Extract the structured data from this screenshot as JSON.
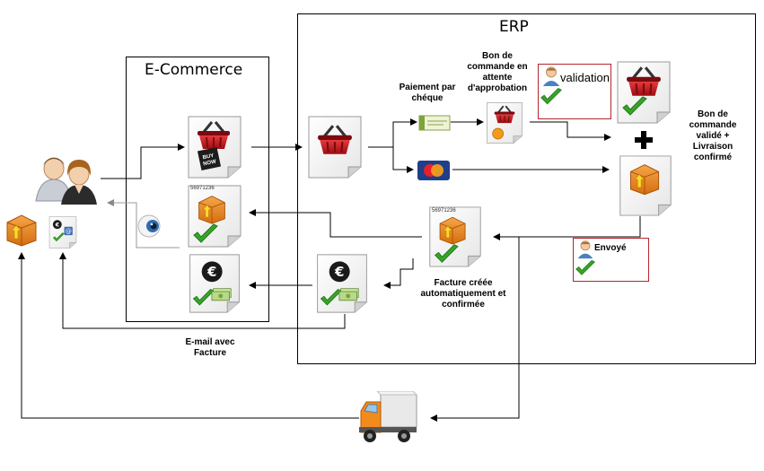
{
  "ecommerce": {
    "title": "E-Commerce"
  },
  "erp": {
    "title": "ERP"
  },
  "labels": {
    "cheque_payment": "Paiement par chéque",
    "pending_order": "Bon de commande en attente d'approbation",
    "validation": "validation",
    "validated": "Bon de commande validé + Livraison confirmé",
    "sent": "Envoyé",
    "invoice": "Facture créée automatiquement et confirmée",
    "email": "E-mail avec Facture"
  },
  "doc_numbers": {
    "ecom_shipment": "56971236",
    "erp_shipment": "56971236"
  },
  "badges": {
    "buy_now": "BUY NOW"
  },
  "icon_names": [
    "customers-icon",
    "package-icon",
    "email-invoice-icon",
    "eye-icon",
    "basket-buy-now-icon",
    "shipment-document-icon",
    "invoice-paid-icon",
    "basket-document-icon",
    "cheque-icon",
    "credit-card-icon",
    "pending-basket-icon",
    "validated-basket-icon",
    "user-validation-icon",
    "package-document-icon",
    "plus-icon",
    "user-sent-icon",
    "delivery-truck-icon",
    "check-icon"
  ],
  "colors": {
    "basket": "#c0111c",
    "box": "#e8821f",
    "check": "#3aa329",
    "frame": "#000000",
    "approval_box": "#b3262e"
  }
}
